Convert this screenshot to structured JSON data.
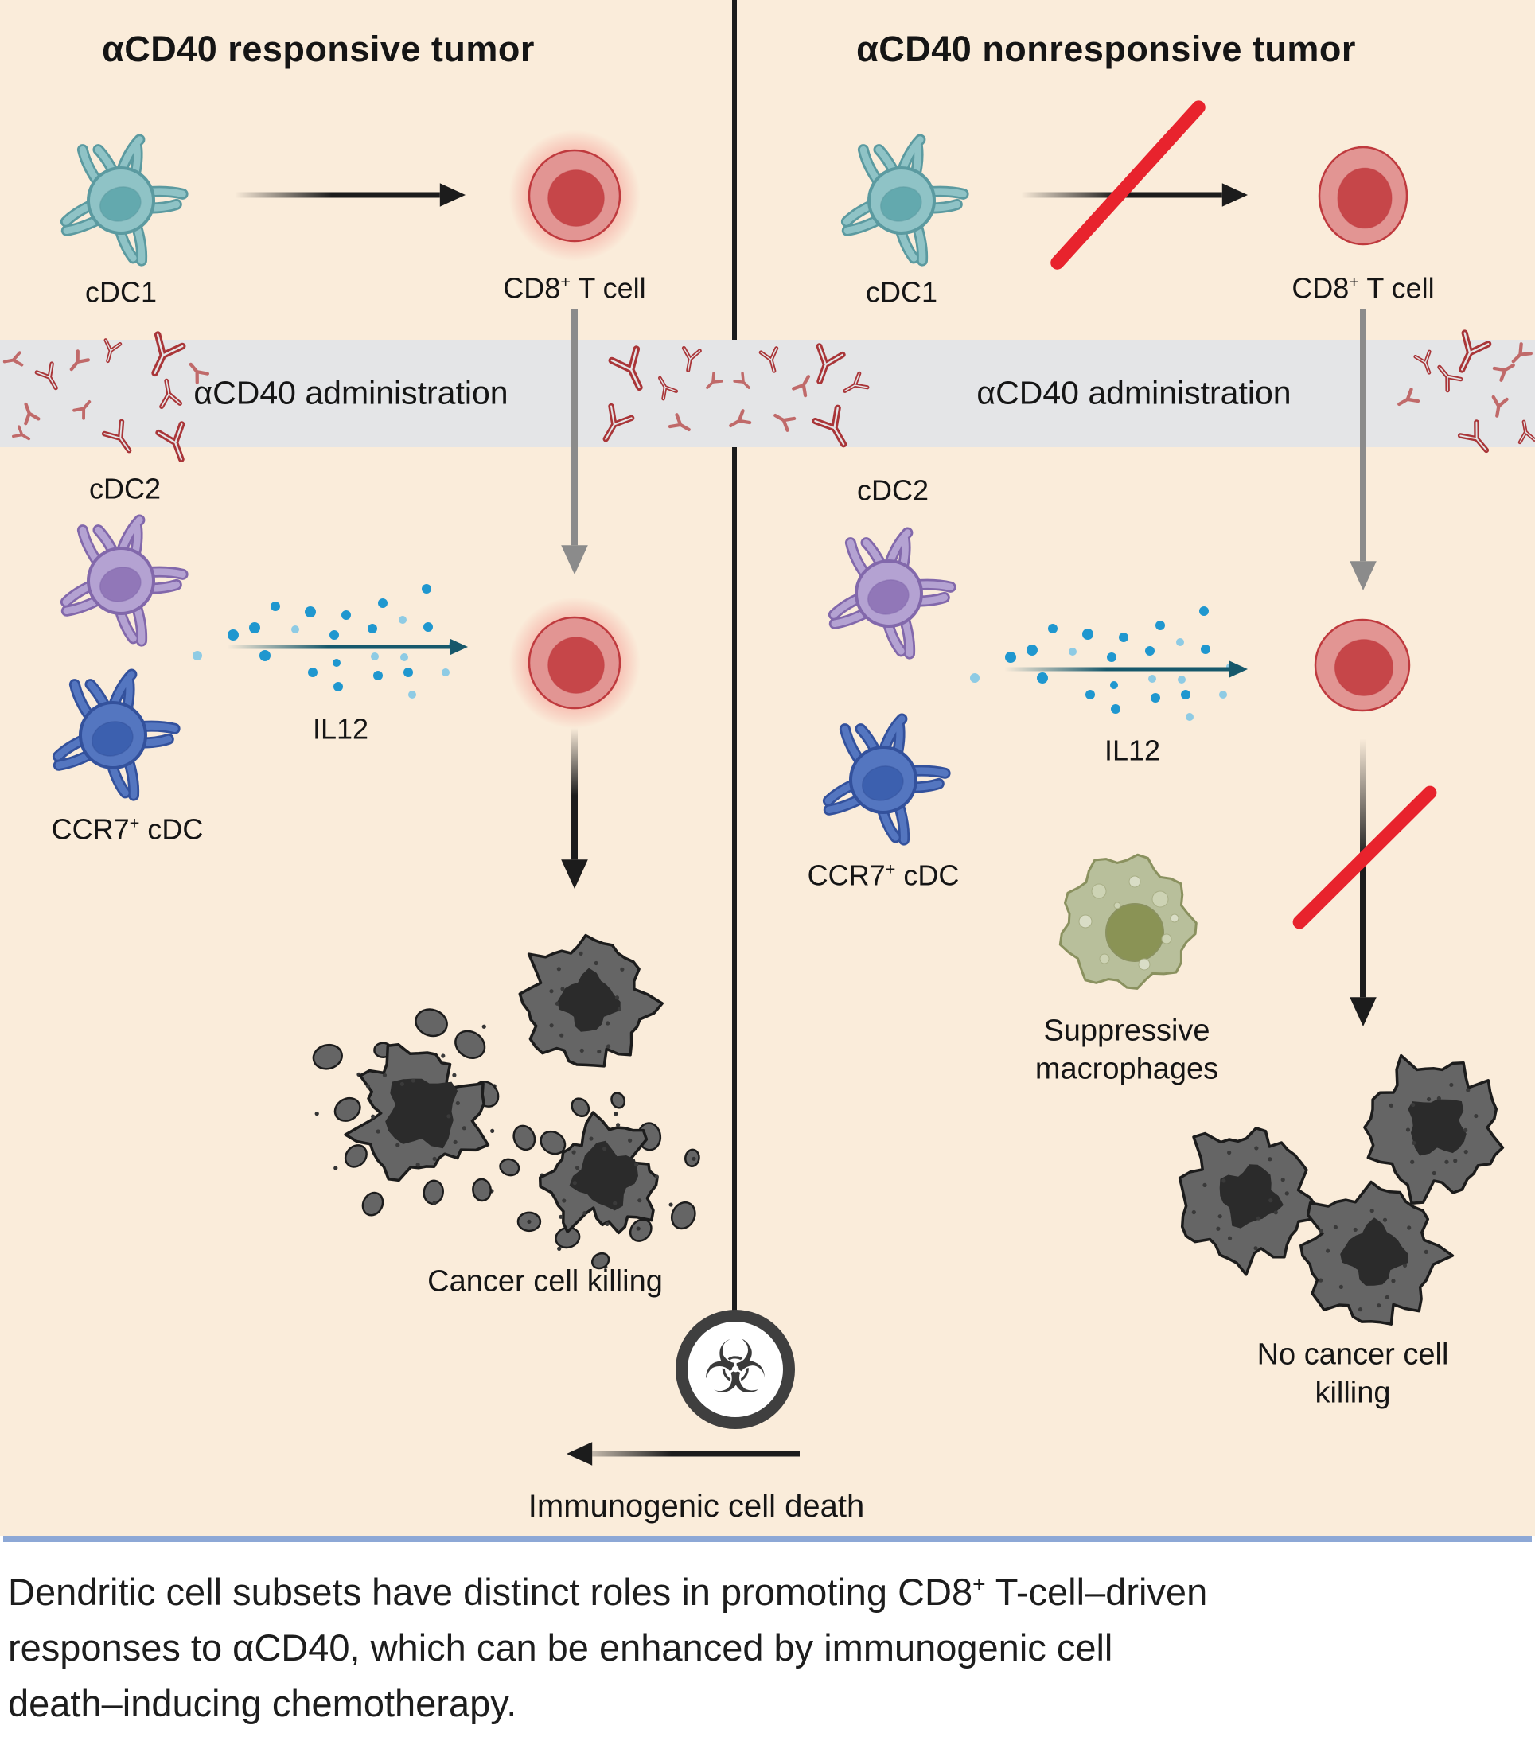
{
  "colors": {
    "background": "#faecda",
    "band": "#e4e5e7",
    "divider": "#1b1b1b",
    "blue_rule": "#8da8d6",
    "label_text": "#151515",
    "caption_text": "#1d1d1d",
    "antibody_red": "#a93538",
    "antibody_red_light": "#c06a6a",
    "prohibit_red": "#e8232d",
    "arrow_black": "#1c1c1c",
    "arrow_gray": "#8b8b8b",
    "il12_teal": "#16586b",
    "il12_dot": "#1f97cf",
    "il12_dot_light": "#8ecbe4",
    "tcell_glow": "#ed1c24",
    "tcell_body": "#e29593",
    "tcell_border": "#bf3a3e",
    "tcell_nucleus": "#c64649",
    "cdc1_body": "#8fc3c6",
    "cdc1_border": "#5b9aa0",
    "cdc1_nucleus": "#63a9ae",
    "cdc2_body": "#b4a2d2",
    "cdc2_border": "#8268ab",
    "cdc2_nucleus": "#9177b8",
    "ccr7_body": "#5476c0",
    "ccr7_border": "#33519c",
    "ccr7_nucleus": "#3c60af",
    "mac_body": "#b8bf9b",
    "mac_border": "#8a915f",
    "mac_nucleus": "#8a9355",
    "cancer_body": "#656565",
    "cancer_border": "#1c1c1c",
    "cancer_nucleus": "#2b2b2b",
    "biohazard_ring": "#3f3f3f"
  },
  "left_panel": {
    "title": "αCD40 responsive tumor",
    "cdc1_label": "cDC1",
    "cd8_label": {
      "pre": "CD8",
      "sup": "+",
      "post": " T cell"
    },
    "band_label": "αCD40 administration",
    "cdc2_label": "cDC2",
    "il12_label": "IL12",
    "ccr7_label": {
      "pre": "CCR7",
      "sup": "+",
      "post": " cDC"
    },
    "outcome_label": "Cancer cell killing",
    "icd_label": "Immunogenic cell death"
  },
  "right_panel": {
    "title": "αCD40 nonresponsive tumor",
    "cdc1_label": "cDC1",
    "cd8_label": {
      "pre": "CD8",
      "sup": "+",
      "post": " T cell"
    },
    "band_label": "αCD40 administration",
    "cdc2_label": "cDC2",
    "il12_label": "IL12",
    "ccr7_label": {
      "pre": "CCR7",
      "sup": "+",
      "post": " cDC"
    },
    "macrophage_label": {
      "line1": "Suppressive",
      "line2": "macrophages"
    },
    "outcome_label": {
      "line1": "No cancer cell",
      "line2": "killing"
    }
  },
  "icons": {
    "biohazard": "☣"
  },
  "caption": {
    "line1": {
      "pre": "Dendritic cell subsets have distinct roles in promoting CD8",
      "sup": "+",
      "post": " T-cell–driven"
    },
    "line2": "responses to αCD40, which can be enhanced by immunogenic cell",
    "line3": "death–inducing chemotherapy."
  }
}
